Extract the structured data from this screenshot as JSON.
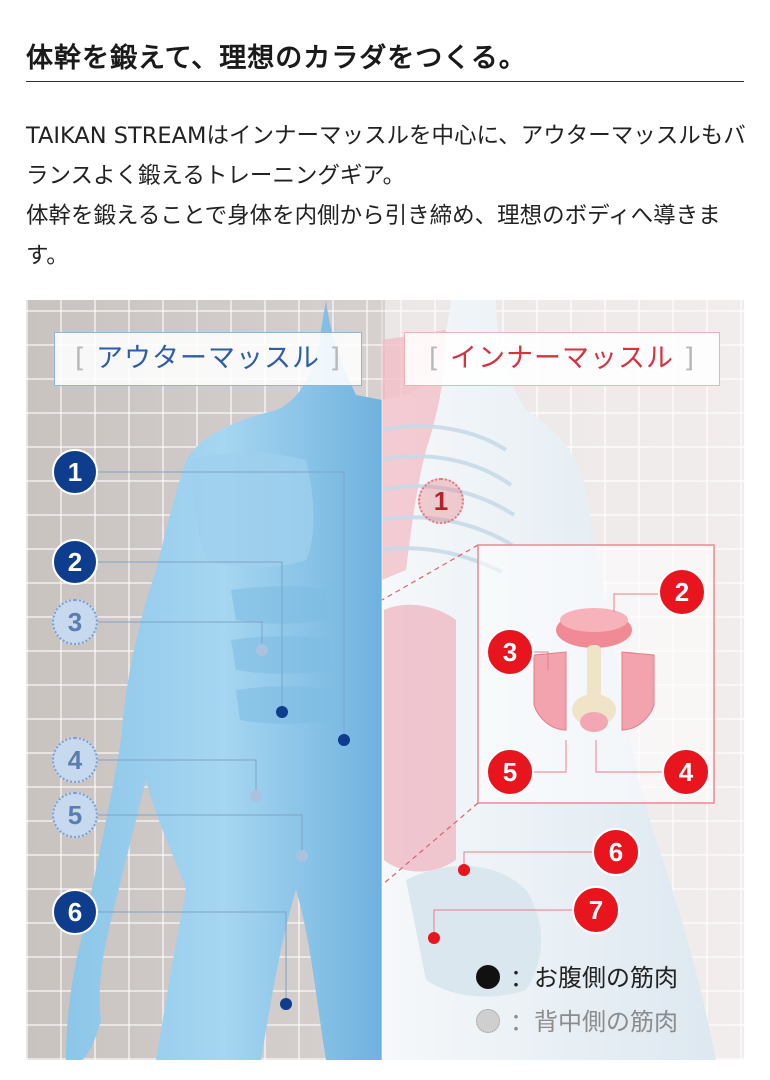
{
  "heading": "体幹を鍛えて、理想のカラダをつくる。",
  "description": [
    "TAIKAN STREAMはインナーマッスルを中心に、アウターマッスルもバランスよく鍛えるトレーニングギア。",
    "体幹を鍛えることで身体を内側から引き締め、理想のボディへ導きます。"
  ],
  "figure": {
    "outer_label": "アウターマッスル",
    "inner_label": "インナーマッスル",
    "bracket_open": "[",
    "bracket_close": "]",
    "outer_markers": [
      "1",
      "2",
      "3",
      "4",
      "5",
      "6"
    ],
    "inner_markers": [
      "1",
      "2",
      "3",
      "4",
      "5",
      "6",
      "7"
    ],
    "legend": {
      "front_label": "：お腹側の筋肉",
      "back_label": "：背中側の筋肉"
    },
    "colors": {
      "outer_accent": "#0d3d8c",
      "inner_accent": "#e8141e"
    }
  }
}
